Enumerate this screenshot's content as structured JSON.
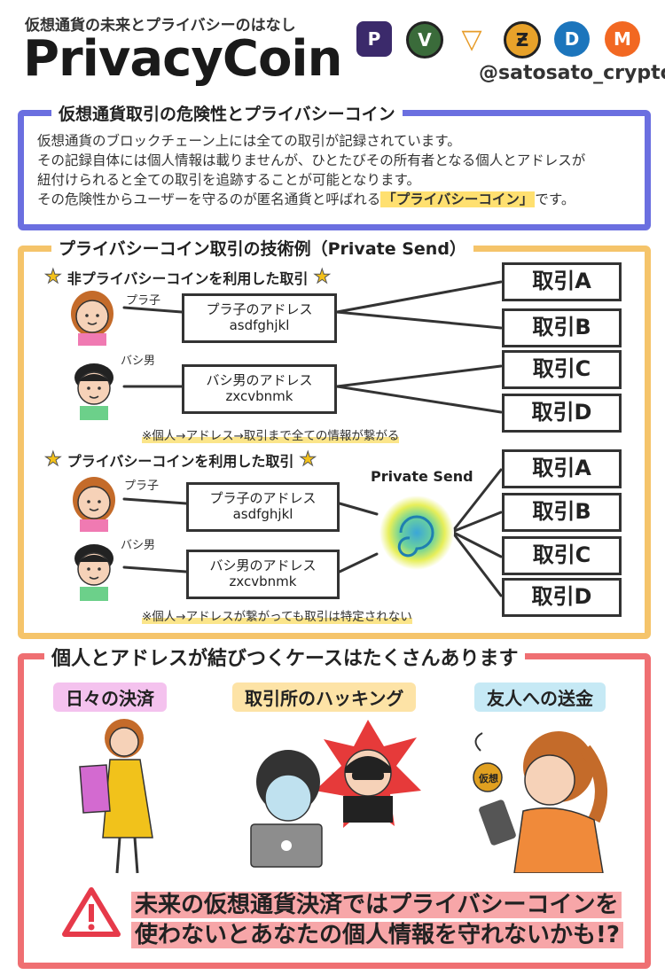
{
  "header": {
    "subtitle": "仮想通貨の未来とプライバシーのはなし",
    "title": "PrivacyCoin",
    "handle": "@satosato_crypto",
    "coins": [
      {
        "icon": "pivx-icon",
        "glyph": "P",
        "color": "#3b2a6b"
      },
      {
        "icon": "verge-icon",
        "glyph": "V",
        "color": "#3a6b3a"
      },
      {
        "icon": "verge-triangle-icon",
        "glyph": "▽",
        "color": "#e79c2a"
      },
      {
        "icon": "zcash-icon",
        "glyph": "Ƶ",
        "color": "#e8a22a"
      },
      {
        "icon": "dash-icon",
        "glyph": "D",
        "color": "#1c75bc"
      },
      {
        "icon": "monero-icon",
        "glyph": "M",
        "color": "#f26822"
      }
    ]
  },
  "section1": {
    "heading": "仮想通貨取引の危険性とプライバシーコイン",
    "line1": "仮想通貨のブロックチェーン上には全ての取引が記録されています。",
    "line2": "その記録自体には個人情報は載りませんが、ひとたびその所有者となる個人とアドレスが",
    "line3": "紐付けられると全ての取引を追跡することが可能となります。",
    "line4_pre": "その危険性からユーザーを守るのが匿名通貨と呼ばれる",
    "line4_hl": "「プライバシーコイン」",
    "line4_post": "です。"
  },
  "section2": {
    "heading": "プライバシーコイン取引の技術例（Private Send）",
    "non_privacy_title": "非プライバシーコインを利用した取引",
    "privacy_title": "プライバシーコインを利用した取引",
    "person_a": "プラ子",
    "person_b": "バシ男",
    "addr_a_label": "プラ子のアドレス",
    "addr_a_value": "asdfghjkl",
    "addr_b_label": "バシ男のアドレス",
    "addr_b_value": "zxcvbnmk",
    "tx_a": "取引A",
    "tx_b": "取引B",
    "tx_c": "取引C",
    "tx_d": "取引D",
    "note_non_privacy": "※個人→アドレス→取引まで全ての情報が繋がる",
    "private_send": "Private Send",
    "note_privacy": "※個人→アドレスが繋がっても取引は特定されない"
  },
  "section3": {
    "heading": "個人とアドレスが結びつくケースはたくさんあります",
    "case1": "日々の決済",
    "case2": "取引所のハッキング",
    "case3": "友人への送金",
    "coin_label": "仮想",
    "warning_line1": "未来の仮想通貨決済ではプライバシーコインを",
    "warning_line2": "使わないとあなたの個人情報を守れないかも!?"
  },
  "colors": {
    "panel1_border": "#6b6fe0",
    "panel2_border": "#f5c46a",
    "panel3_border": "#ef6f72",
    "highlight": "#ffe070",
    "case1_bg": "#f4c2ee",
    "case2_bg": "#fde3a6",
    "case3_bg": "#c6e9f5",
    "warning_red": "#e63a4a"
  }
}
